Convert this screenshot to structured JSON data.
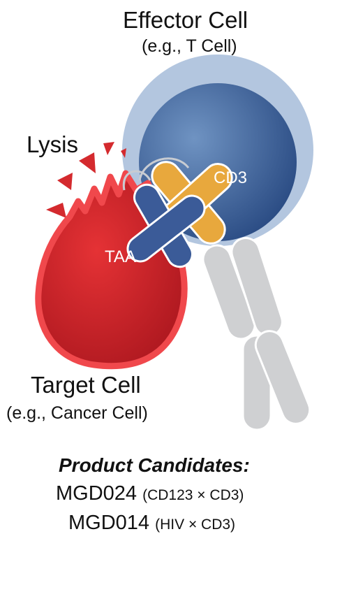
{
  "labels": {
    "effector_title": "Effector Cell",
    "effector_sub": "(e.g., T Cell)",
    "lysis": "Lysis",
    "cd3": "CD3",
    "taa": "TAA",
    "target_title": "Target Cell",
    "target_sub": "(e.g., Cancer Cell)"
  },
  "products": {
    "heading": "Product Candidates:",
    "items": [
      {
        "name": "MGD024",
        "detail": "(CD123 × CD3)"
      },
      {
        "name": "MGD014",
        "detail": "(HIV × CD3)"
      }
    ]
  },
  "colors": {
    "effector_outer": "#b3c6df",
    "effector_inner": "#3f68a0",
    "target_red": "#d42a2e",
    "target_rim": "#f0484c",
    "cd3_arm": "#e8a83d",
    "taa_arm": "#3b5b98",
    "fc_gray": "#cfd0d2"
  }
}
